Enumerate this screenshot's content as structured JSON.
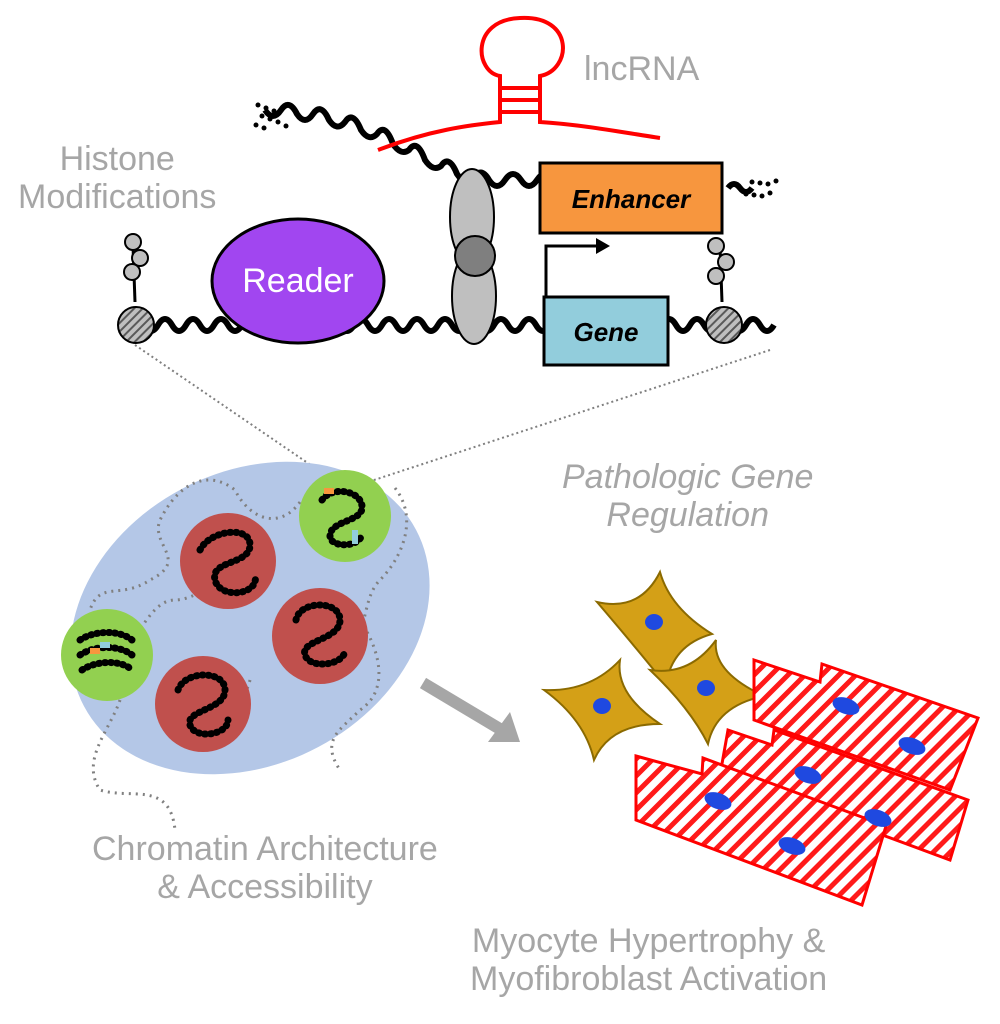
{
  "labels": {
    "histone_line1": "Histone",
    "histone_line2": "Modifications",
    "lncrna": "lncRNA",
    "reader": "Reader",
    "enhancer": "Enhancer",
    "gene": "Gene",
    "pathologic_line1": "Pathologic Gene",
    "pathologic_line2": "Regulation",
    "chromatin_line1": "Chromatin Architecture",
    "chromatin_line2": "& Accessibility",
    "myocyte_line1": "Myocyte Hypertrophy &",
    "myocyte_line2": "Myofibroblast Activation"
  },
  "colors": {
    "label_gray": "#a6a6a6",
    "reader_fill": "#a146f0",
    "enhancer_fill": "#f7963e",
    "gene_fill": "#92cddc",
    "lncrna_stroke": "#ff0000",
    "nucleus_fill": "#b4c7e7",
    "closed_chromatin": "#c0504d",
    "open_chromatin": "#92d050",
    "fibroblast_fill": "#d4a017",
    "nuclei_blue": "#1f49e0",
    "myocyte_stripe": "#ff0000"
  }
}
